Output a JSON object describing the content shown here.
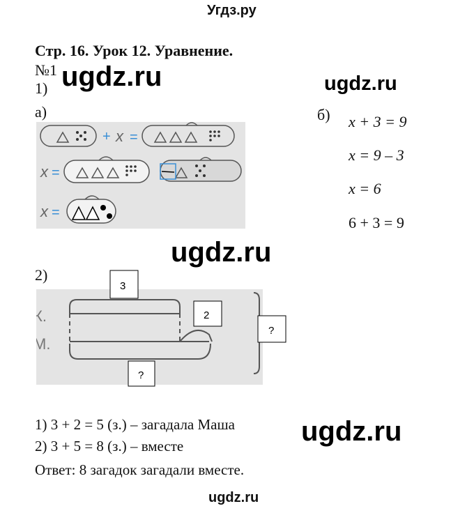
{
  "header": {
    "site": "Угдз.ру"
  },
  "title": "Стр. 16. Урок 12. Уравнение.",
  "task_number": "№1",
  "part1": {
    "label": "1)",
    "sub_a": "а)",
    "sub_b": "б)",
    "picture_text": {
      "plus": "+",
      "x": "x",
      "eq": "="
    },
    "equations": [
      "x + 3 = 9",
      "x = 9 – 3",
      "x = 6",
      "6 + 3 = 9"
    ]
  },
  "part2": {
    "label": "2)",
    "diagram": {
      "row1": "К.",
      "row2": "М.",
      "top_box": "3",
      "right_box": "2",
      "total_box": "?",
      "bottom_box": "?"
    }
  },
  "solution": [
    "1) 3 + 2 = 5 (з.) – загадала Маша",
    "2) 3 + 5 = 8 (з.) – вместе",
    "Ответ: 8 загадок загадали вместе."
  ],
  "watermarks": [
    "ugdz.ru",
    "ugdz.ru",
    "ugdz.ru",
    "ugdz.ru"
  ],
  "footer": {
    "site": "ugdz.ru"
  }
}
